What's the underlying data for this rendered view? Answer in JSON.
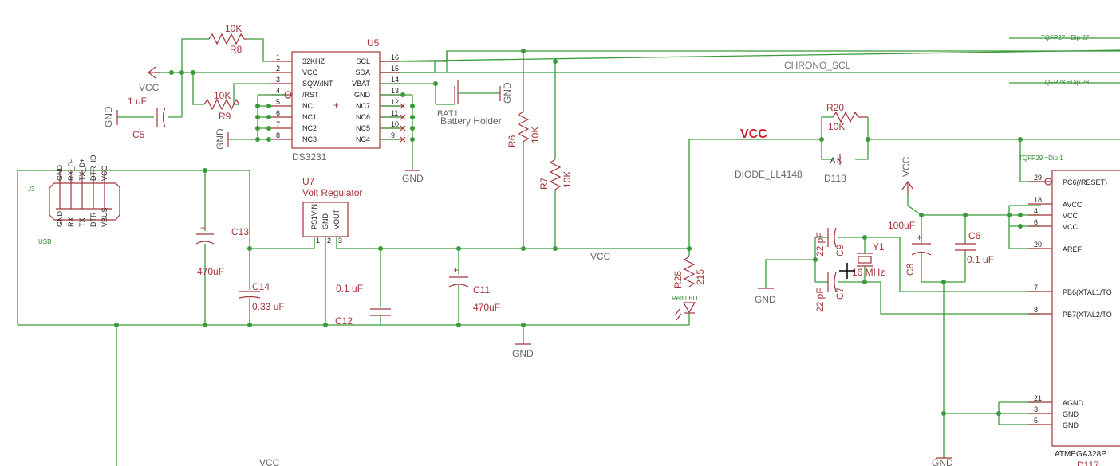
{
  "labels": {
    "vcc_big": "VCC",
    "chrono_scl": "CHRONO_SCL",
    "tqfp27": "TQFP27 =Dip 27",
    "tqfp28": "TQFP28 =Dip 28",
    "tqfp29": "TQFP29 =Dip 1",
    "vcc_bottom": "VCC",
    "vcc_net_mid": "VCC",
    "vcc_left": "VCC",
    "vcc_right": "VCC"
  },
  "gnd": {
    "gnd": "GND"
  },
  "components": {
    "r8": {
      "name": "R8",
      "value": "10K"
    },
    "r9": {
      "name": "R9",
      "value": "10K"
    },
    "r6": {
      "name": "R6",
      "value": "10K"
    },
    "r7": {
      "name": "R7",
      "value": "10K"
    },
    "r20": {
      "name": "R20",
      "value": "10K"
    },
    "r28": {
      "name": "R28",
      "value": "215"
    },
    "c5": {
      "name": "C5",
      "value": "1 uF"
    },
    "c13": {
      "name": "C13",
      "value": "470uF"
    },
    "c14": {
      "name": "C14",
      "value": "0.33 uF"
    },
    "c12": {
      "name": "C12",
      "value": "0.1 uF"
    },
    "c11": {
      "name": "C11",
      "value": "470uF"
    },
    "c9": {
      "name": "C9",
      "value": "22 pF"
    },
    "c7": {
      "name": "C7",
      "value": "22 pF"
    },
    "c8": {
      "name": "C8",
      "value": "100uF"
    },
    "c6": {
      "name": "C6",
      "value": "0.1 uF"
    },
    "y1": {
      "name": "Y1",
      "value": "16 MHz"
    },
    "bat1": {
      "name": "BAT1",
      "value": "Battery Holder"
    },
    "u5": {
      "name": "U5",
      "value": "DS3231"
    },
    "u7": {
      "name": "U7",
      "value": "Volt Regulator"
    },
    "d118": {
      "name": "D118",
      "value": "DIODE_LL4148",
      "pins": "A  K"
    },
    "j3": {
      "name": "J3",
      "value": "USB"
    },
    "d117": {
      "name": "D117",
      "value": "ATMEGA328P"
    },
    "led_text": "Red LED"
  },
  "ds3231": {
    "left_pins": [
      {
        "num": "1",
        "name": "32KHZ"
      },
      {
        "num": "2",
        "name": "VCC"
      },
      {
        "num": "3",
        "name": "SQW/INT"
      },
      {
        "num": "4",
        "name": "/RST"
      },
      {
        "num": "5",
        "name": "NC"
      },
      {
        "num": "6",
        "name": "NC1"
      },
      {
        "num": "7",
        "name": "NC2"
      },
      {
        "num": "8",
        "name": "NC3"
      }
    ],
    "right_pins": [
      {
        "num": "16",
        "name": "SCL"
      },
      {
        "num": "15",
        "name": "SDA"
      },
      {
        "num": "14",
        "name": "VBAT"
      },
      {
        "num": "13",
        "name": "GND"
      },
      {
        "num": "12",
        "name": "NC7"
      },
      {
        "num": "11",
        "name": "NC6"
      },
      {
        "num": "10",
        "name": "NC5"
      },
      {
        "num": "9",
        "name": "NC4"
      }
    ]
  },
  "regulator_pins": [
    "PS1VIN",
    "GND",
    "VOUT"
  ],
  "regulator_pin_nums": [
    "1",
    "2",
    "3"
  ],
  "usb_pins": [
    "GND",
    "RX_D-",
    "TX_D+",
    "DTR_ID",
    "VCC"
  ],
  "usb_pins_inner": [
    "GND",
    "RX",
    "TX",
    "DTR",
    "VBUS"
  ],
  "atmega": {
    "pins": [
      {
        "num": "29",
        "name": "PC6(/RESET)"
      },
      {
        "num": "18",
        "name": "AVCC"
      },
      {
        "num": "4",
        "name": "VCC"
      },
      {
        "num": "6",
        "name": "VCC"
      },
      {
        "num": "20",
        "name": "AREF"
      },
      {
        "num": "7",
        "name": "PB6(XTAL1/TO"
      },
      {
        "num": "8",
        "name": "PB7(XTAL2/TO"
      },
      {
        "num": "21",
        "name": "AGND"
      },
      {
        "num": "3",
        "name": "GND"
      },
      {
        "num": "5",
        "name": "GND"
      }
    ]
  }
}
